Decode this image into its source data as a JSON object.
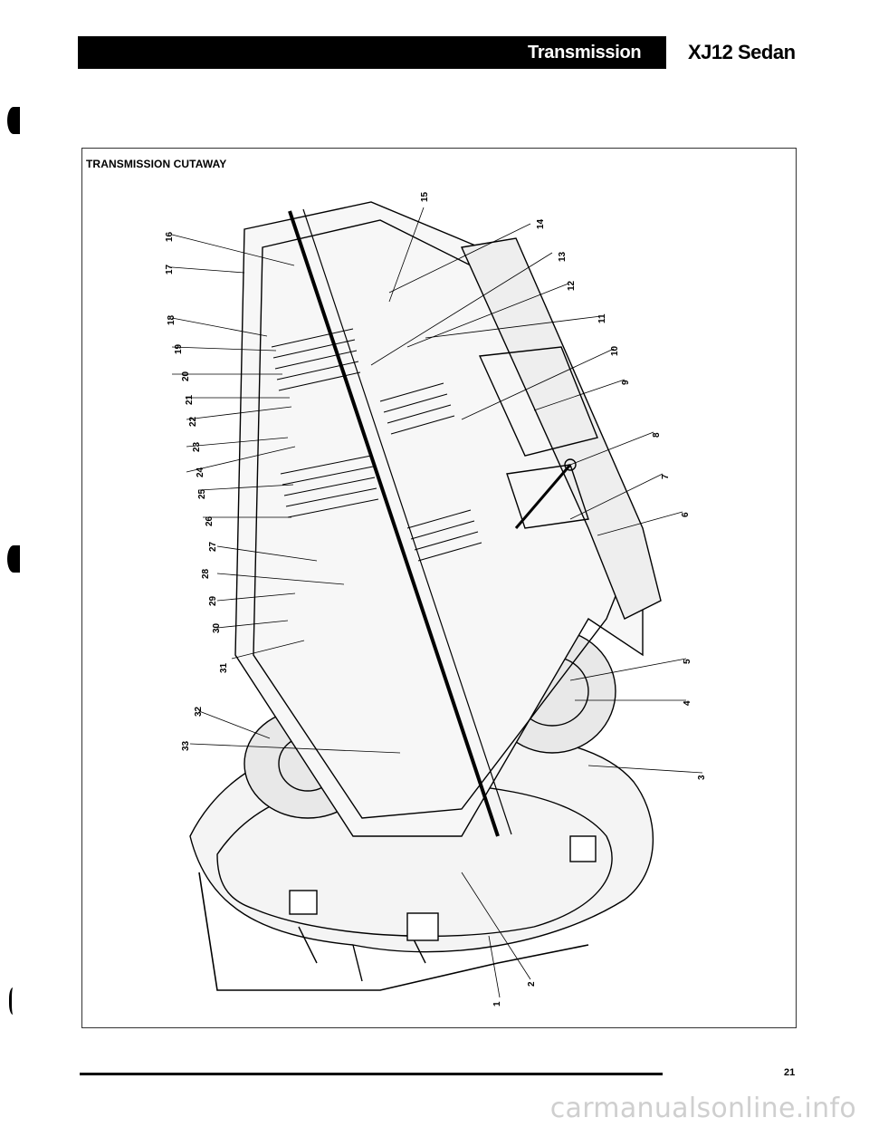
{
  "header": {
    "section_title": "Transmission",
    "model_title": "XJ12 Sedan"
  },
  "figure": {
    "title": "TRANSMISSION CUTAWAY",
    "callouts": [
      "1",
      "2",
      "3",
      "4",
      "5",
      "6",
      "7",
      "8",
      "9",
      "10",
      "11",
      "12",
      "13",
      "14",
      "15",
      "16",
      "17",
      "18",
      "19",
      "20",
      "21",
      "22",
      "23",
      "24",
      "25",
      "26",
      "27",
      "28",
      "29",
      "30",
      "31",
      "32",
      "33"
    ]
  },
  "footer": {
    "page_number": "21"
  },
  "watermark": {
    "text": "carmanualsonline.info"
  }
}
